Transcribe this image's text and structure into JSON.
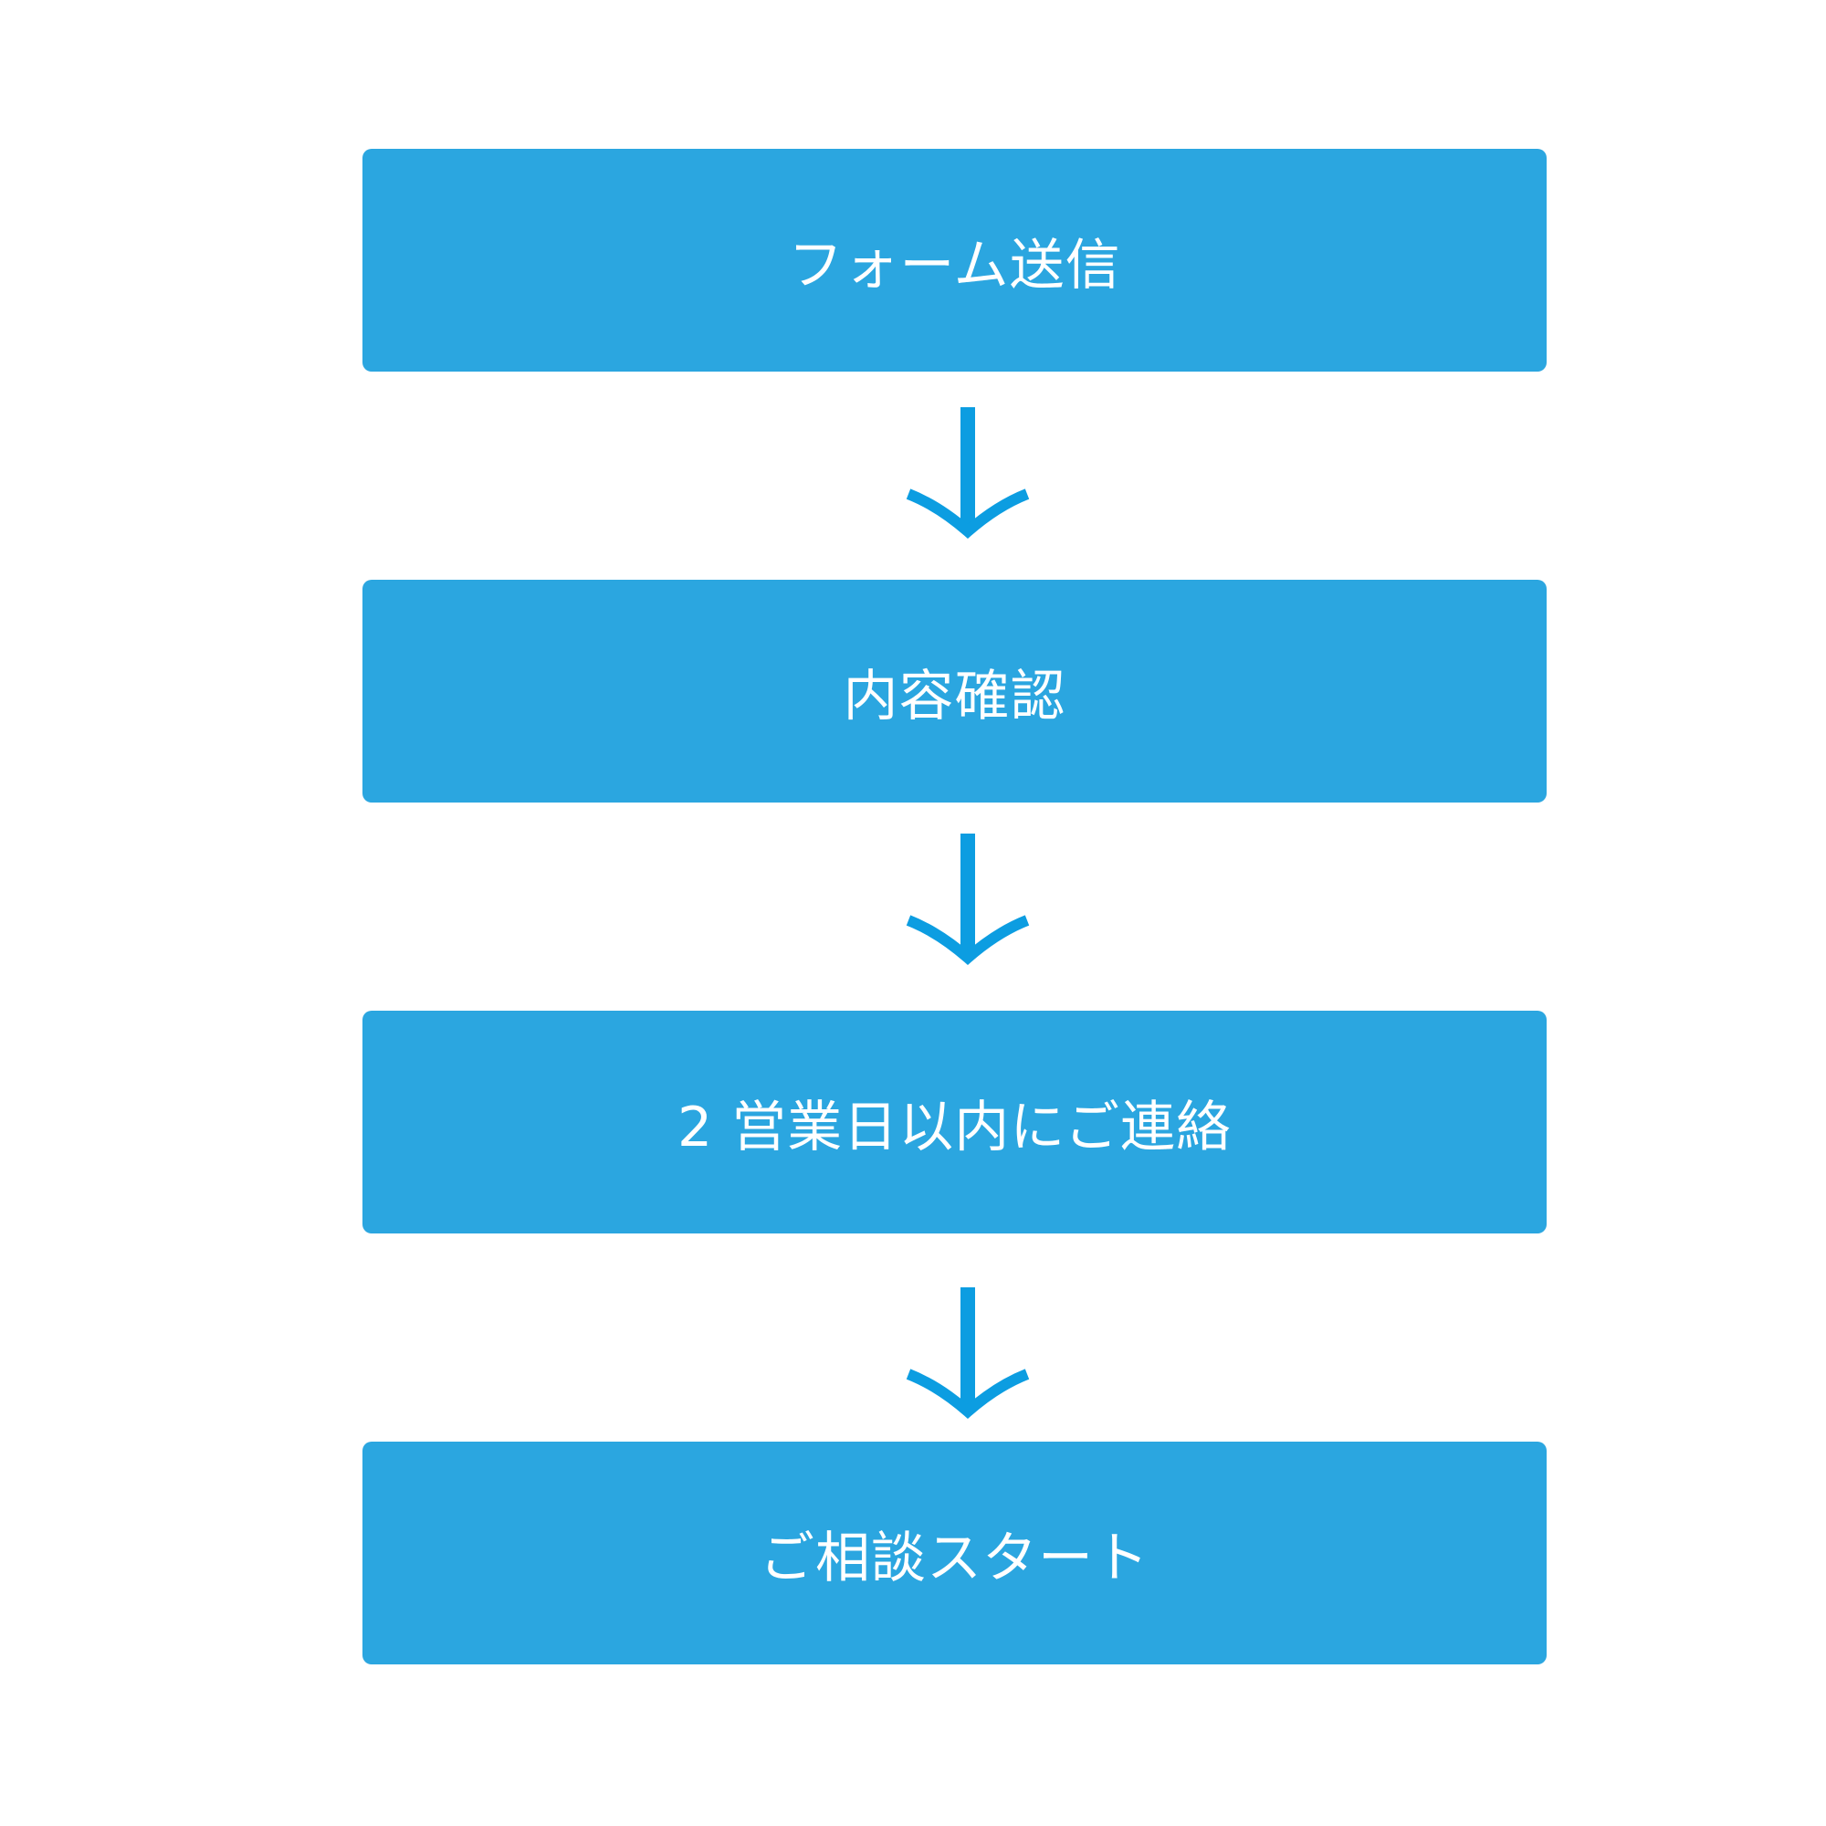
{
  "flow": {
    "steps": [
      {
        "label": "フォーム送信"
      },
      {
        "label": "内容確認"
      },
      {
        "label": "2 営業日以内にご連絡"
      },
      {
        "label": "ご相談スタート"
      }
    ],
    "arrow_icon": "arrow-down-icon"
  },
  "colors": {
    "box_fill": "#2ba6e0",
    "box_text": "#ffffff",
    "arrow": "#0c9de1",
    "background": "#ffffff"
  }
}
